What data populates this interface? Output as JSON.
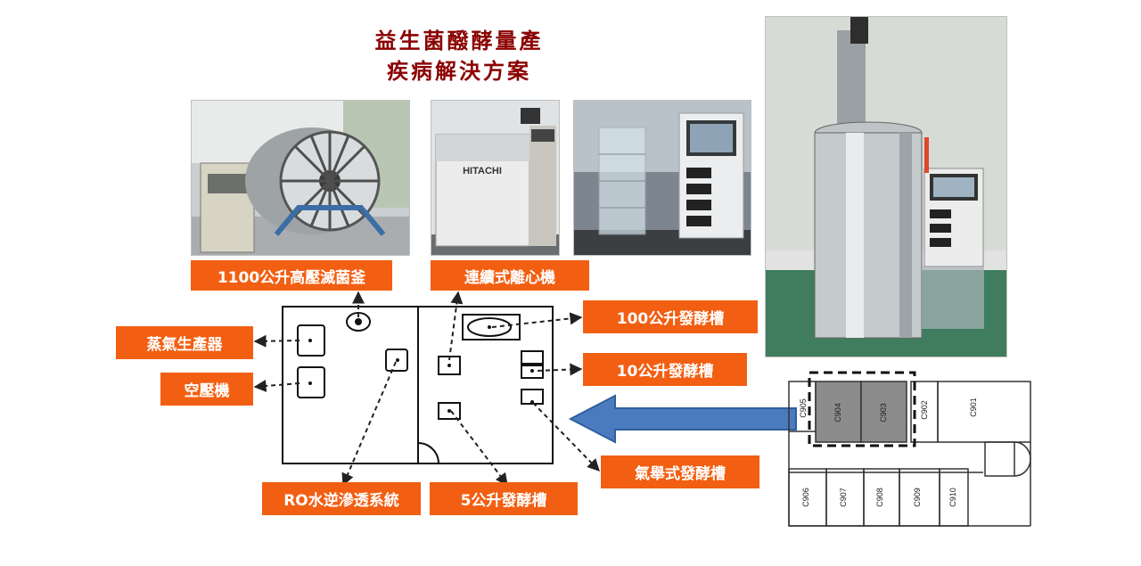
{
  "title": {
    "line1": "益生菌醱酵量產",
    "line2": "疾病解決方案"
  },
  "photos": {
    "autoclave": "autoclave-photo",
    "centrifuge": "centrifuge-photo",
    "small_fermenter": "small-fermenter-photo",
    "large_fermenter": "large-fermenter-photo",
    "centrifuge_brand": "HITACHI"
  },
  "labels": {
    "autoclave": "1100公升高壓滅菌釜",
    "centrifuge": "連續式離心機",
    "tank_100": "100公升發酵槽",
    "tank_10": "10公升發酵槽",
    "steam": "蒸氣生產器",
    "compressor": "空壓機",
    "airlift": "氣舉式發酵槽",
    "ro": "RO水逆滲透系統",
    "tank_5": "5公升發酵槽"
  },
  "rooms": {
    "c905": "C905",
    "c904": "C904",
    "c903": "C903",
    "c902": "C902",
    "c901": "C901",
    "c906": "C906",
    "c907": "C907",
    "c908": "C908",
    "c909": "C909",
    "c910": "C910"
  },
  "colors": {
    "label_bg": "#f25f12",
    "title": "#8b0000",
    "arrow": "#4a7bbf",
    "highlight_room": "#8c8c8c"
  }
}
